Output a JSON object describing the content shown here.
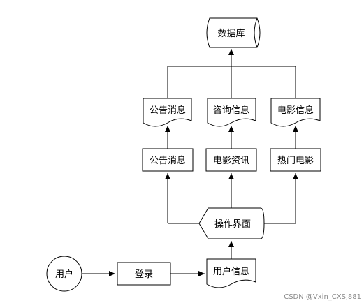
{
  "database": "数据库",
  "docs": {
    "announcements": "公告消息",
    "consult": "咨询信息",
    "movie_info": "电影信息"
  },
  "modules": {
    "announcements": "公告消息",
    "movie_news": "电影资讯",
    "hot_movies": "热门电影"
  },
  "interface": "操作界面",
  "user": "用户",
  "login": "登录",
  "user_info": "用户信息",
  "watermark": "CSDN @Vxin_CXSJ881"
}
